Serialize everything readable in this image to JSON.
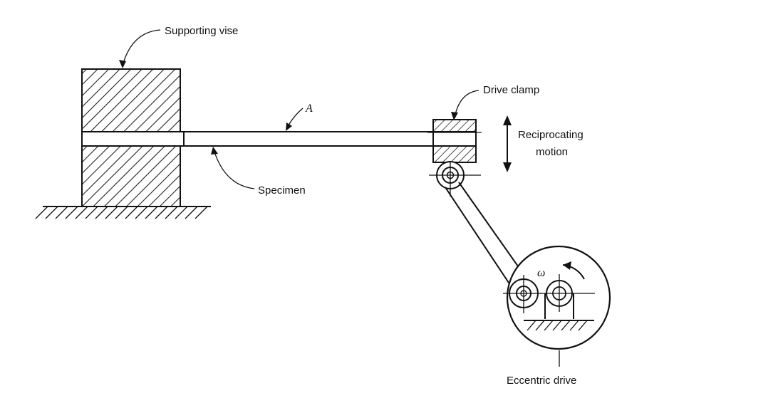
{
  "labels": {
    "supporting_vise": "Supporting vise",
    "drive_clamp": "Drive clamp",
    "reciprocating_line1": "Reciprocating",
    "reciprocating_line2": "motion",
    "specimen": "Specimen",
    "point_a": "A",
    "omega": "ω",
    "eccentric_drive": "Eccentric drive"
  }
}
